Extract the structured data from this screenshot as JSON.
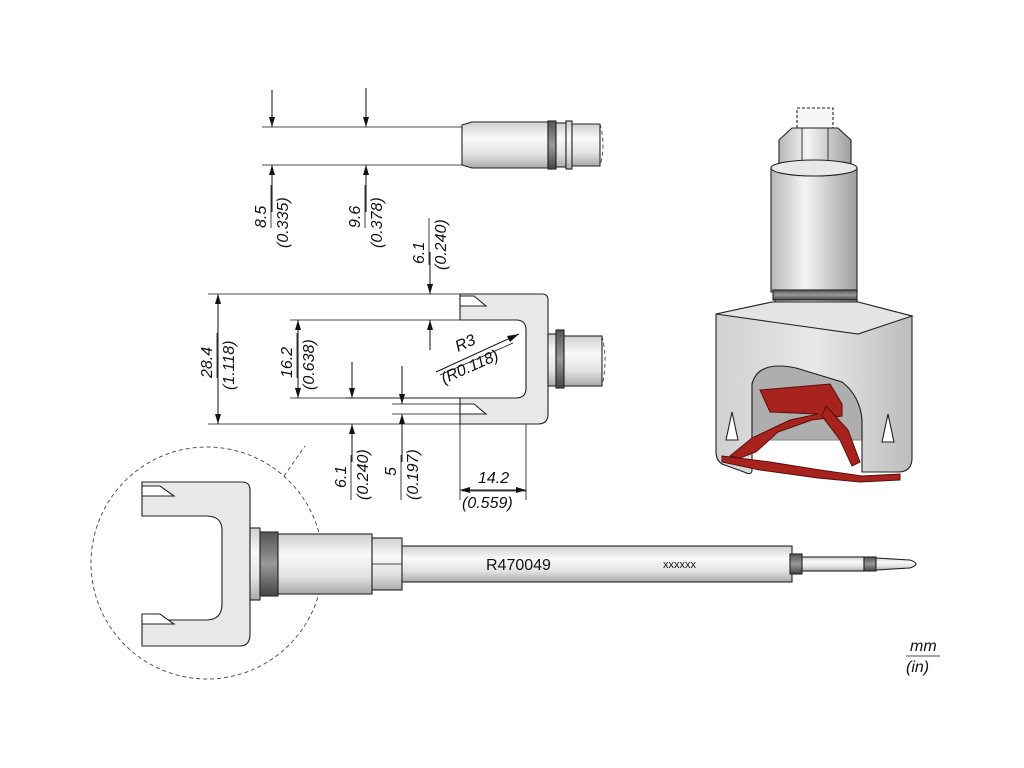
{
  "dimensions": {
    "d1": {
      "mm": "8.5",
      "in": "(0.335)"
    },
    "d2": {
      "mm": "9.6",
      "in": "(0.378)"
    },
    "d3": {
      "mm": "6.1",
      "in": "(0.240)"
    },
    "d4": {
      "mm": "28.4",
      "in": "(1.118)"
    },
    "d5": {
      "mm": "16.2",
      "in": "(0.638)"
    },
    "d6": {
      "mm": "R3",
      "in": "(R0.118)"
    },
    "d7": {
      "mm": "6.1",
      "in": "(0.240)"
    },
    "d8": {
      "mm": "5",
      "in": "(0.197)"
    },
    "d9": {
      "mm": "14.2",
      "in": "(0.559)"
    }
  },
  "part_number": "R470049",
  "marking": "xxxxxx",
  "units": {
    "primary": "mm",
    "secondary": "(in)"
  },
  "colors": {
    "body": "#e6e6e6",
    "tip_red": "#a8231d",
    "outline": "#222222"
  }
}
